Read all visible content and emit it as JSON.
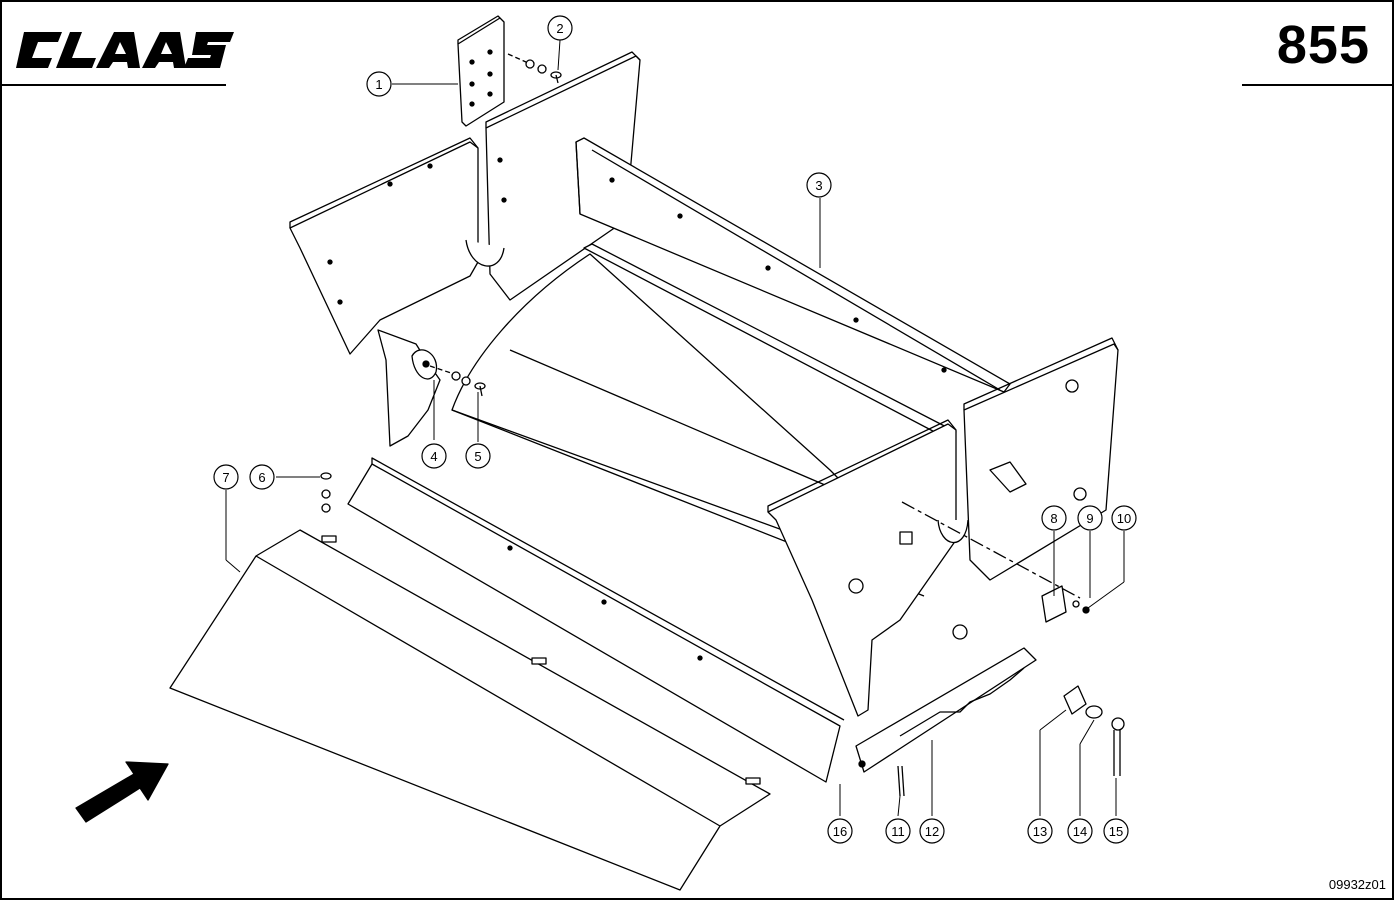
{
  "brand": {
    "logo_text": "CLAAS"
  },
  "header": {
    "page_number": "855"
  },
  "footer": {
    "drawing_code": "09932z01"
  },
  "callouts": [
    {
      "label": "1"
    },
    {
      "label": "2"
    },
    {
      "label": "3"
    },
    {
      "label": "4"
    },
    {
      "label": "5"
    },
    {
      "label": "6"
    },
    {
      "label": "7"
    },
    {
      "label": "8"
    },
    {
      "label": "9"
    },
    {
      "label": "10"
    },
    {
      "label": "11"
    },
    {
      "label": "12"
    },
    {
      "label": "13"
    },
    {
      "label": "14"
    },
    {
      "label": "15"
    },
    {
      "label": "16"
    }
  ],
  "icons": {
    "direction": "arrow-icon"
  }
}
